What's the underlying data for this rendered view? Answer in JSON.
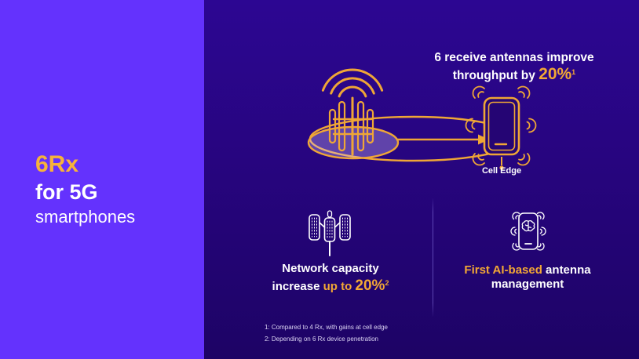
{
  "colors": {
    "left_panel_purple": "#6432FD",
    "right_bg_top": "#2C0692",
    "right_bg_bottom": "#1D0365",
    "accent_yellow": "#F2A735",
    "text_white": "#FFFFFF"
  },
  "sidebar": {
    "line1": "6Rx",
    "line2": "for 5G",
    "line3": "smartphones"
  },
  "headline": {
    "line1": "6 receive antennas improve",
    "line2_prefix": "throughput by ",
    "line2_value": "20%",
    "line2_sup": "1"
  },
  "diagram": {
    "cell_edge_label": "Cell Edge",
    "icons": {
      "tower": "cell-tower-icon",
      "coverage": "coverage-ellipse",
      "arrow": "arrow-right-icon",
      "phone": "smartphone-icon",
      "waves": "signal-wave-icon"
    }
  },
  "features": {
    "network": {
      "icon": "base-station-icon",
      "line1": "Network capacity",
      "line2_prefix": "increase ",
      "line2_accent": "up to ",
      "line2_value": "20%",
      "line2_sup": "2"
    },
    "ai": {
      "icon": "ai-smartphone-icon",
      "line1_accent": "First AI-based",
      "line1_rest": " antenna",
      "line2": "management"
    }
  },
  "footnotes": [
    "1: Compared to 4 Rx, with gains at cell edge",
    "2: Depending on 6 Rx device penetration"
  ]
}
